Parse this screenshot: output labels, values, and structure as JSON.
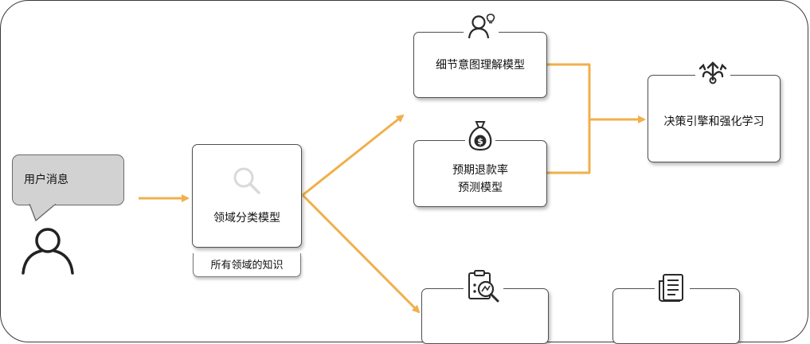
{
  "user": {
    "message_label": "用户消息"
  },
  "nodes": {
    "domain_classifier": {
      "label": "领域分类模型",
      "knowledge_label": "所有领域的知识"
    },
    "detail_intent": {
      "label": "细节意图理解模型"
    },
    "refund_rate": {
      "line1": "预期退款率",
      "line2": "预测模型"
    },
    "decision_engine": {
      "label": "决策引擎和强化学习"
    },
    "bottom_left": {
      "label": ""
    },
    "bottom_right": {
      "label": ""
    }
  },
  "colors": {
    "arrow": "#f0b04c",
    "border": "#505050",
    "bubble_fill": "#d2d2d2",
    "icon_faint": "#d9d9d9",
    "icon_dark": "#2a2a2a"
  }
}
